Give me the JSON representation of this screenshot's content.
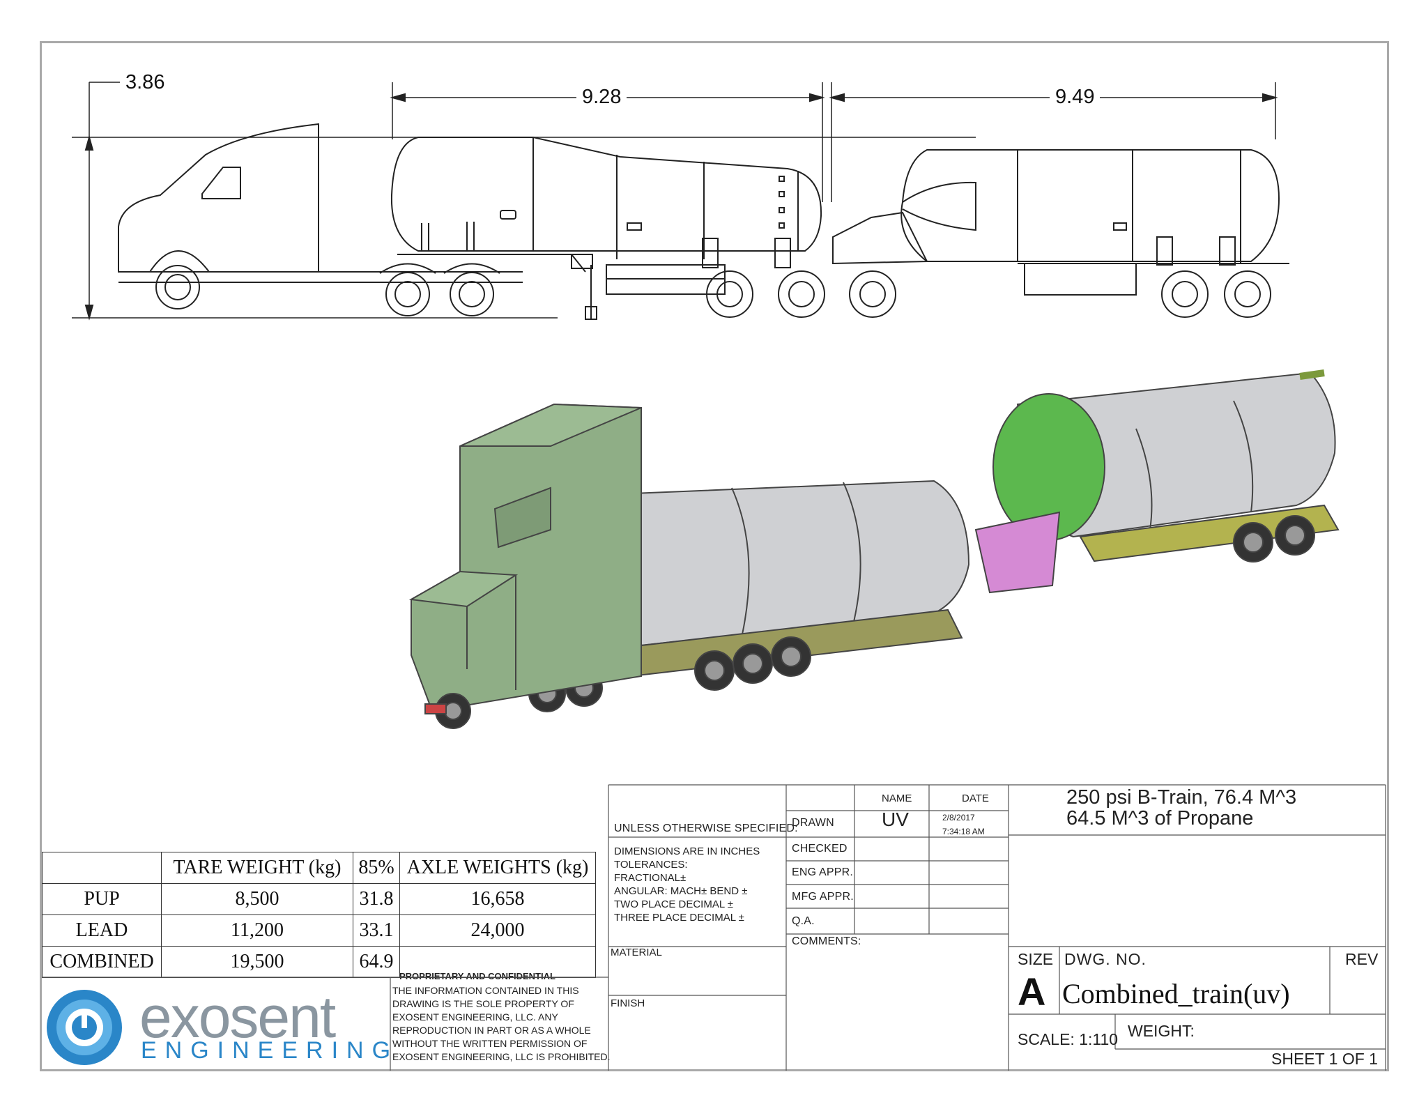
{
  "dimensions": {
    "height": "3.86",
    "lead_length": "9.28",
    "pup_length": "9.49"
  },
  "weights_table": {
    "headers": [
      "",
      "TARE WEIGHT (kg)",
      "85%",
      "AXLE WEIGHTS (kg)"
    ],
    "rows": [
      [
        "PUP",
        "8,500",
        "31.8",
        "16,658"
      ],
      [
        "LEAD",
        "11,200",
        "33.1",
        "24,000"
      ],
      [
        "COMBINED",
        "19,500",
        "64.9",
        ""
      ]
    ]
  },
  "logo": {
    "name": "exosent",
    "sub": "ENGINEERING",
    "colors": {
      "circle": "#2a86c8",
      "text": "#6a7985"
    }
  },
  "proprietary": {
    "title": "PROPRIETARY AND CONFIDENTIAL",
    "lines": [
      "THE INFORMATION CONTAINED IN THIS",
      "DRAWING IS THE SOLE PROPERTY OF",
      "EXOSENT ENGINEERING, LLC.  ANY",
      "REPRODUCTION IN PART OR AS A WHOLE",
      "WITHOUT THE WRITTEN PERMISSION OF",
      "EXOSENT ENGINEERING, LLC IS PROHIBITED."
    ]
  },
  "title_block": {
    "unless": "UNLESS OTHERWISE SPECIFIED:",
    "tolerances": [
      "DIMENSIONS ARE IN INCHES",
      "TOLERANCES:",
      "FRACTIONAL±",
      "ANGULAR: MACH±     BEND ±",
      "TWO PLACE DECIMAL     ±",
      "THREE PLACE DECIMAL   ±"
    ],
    "material": "MATERIAL",
    "finish": "FINISH",
    "name_header": "NAME",
    "date_header": "DATE",
    "drawn": "DRAWN",
    "drawn_name": "UV",
    "drawn_date": "2/8/2017",
    "drawn_time": "7:34:18 AM",
    "checked": "CHECKED",
    "eng_appr": "ENG APPR.",
    "mfg_appr": "MFG APPR.",
    "qa": "Q.A.",
    "comments": "COMMENTS:",
    "title_line1": "250 psi B-Train, 76.4 M^3",
    "title_line2": "64.5 M^3 of Propane",
    "size_label": "SIZE",
    "size": "A",
    "dwg_no_label": "DWG.  NO.",
    "dwg_no": "Combined_train(uv)",
    "rev_label": "REV",
    "scale": "SCALE: 1:110",
    "weight": "WEIGHT:",
    "sheet": "SHEET 1 OF 1"
  },
  "colors": {
    "cab": "#8fae86",
    "tank": "#cfd0d3",
    "lead_head": "#5553b8",
    "pup_head": "#5cb84e",
    "frame_line": "#a9a9a9"
  }
}
